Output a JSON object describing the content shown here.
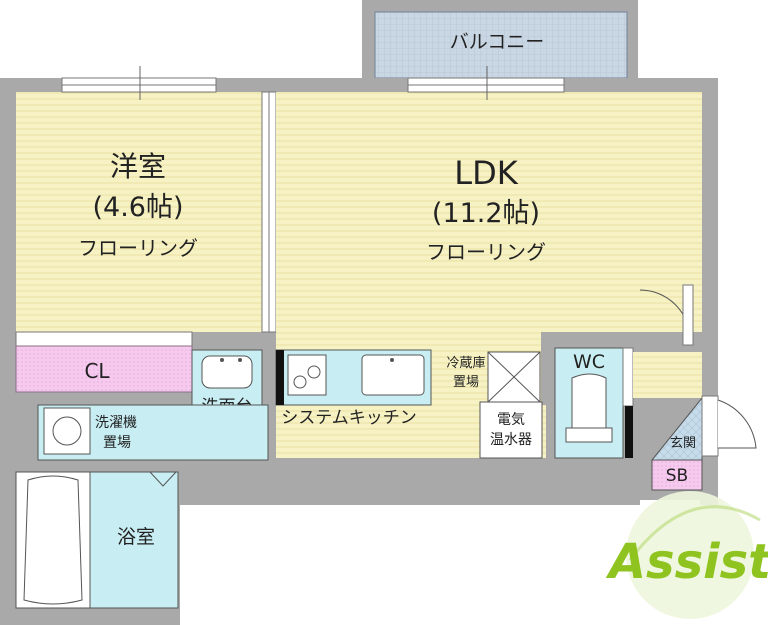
{
  "balcony": {
    "label": "バルコニー"
  },
  "western_room": {
    "name": "洋室",
    "size": "(4.6帖)",
    "floor": "フローリング"
  },
  "ldk": {
    "name": "LDK",
    "size": "(11.2帖)",
    "floor": "フローリング"
  },
  "closet": {
    "label": "CL"
  },
  "washbasin": {
    "label": "洗面台"
  },
  "washer_space": {
    "label_line1": "洗濯機",
    "label_line2": "置場"
  },
  "bathroom": {
    "label": "浴室"
  },
  "kitchen": {
    "label": "システムキッチン"
  },
  "fridge_space": {
    "label_line1": "冷蔵庫",
    "label_line2": "置場"
  },
  "water_heater": {
    "label_line1": "電気",
    "label_line2": "温水器"
  },
  "toilet": {
    "label": "WC"
  },
  "entrance": {
    "label": "玄関"
  },
  "shoe_box": {
    "label": "SB"
  },
  "logo": {
    "text": "Assist"
  },
  "colors": {
    "wall": "#a9a9a9",
    "floor_yellow": "#f7f2c4",
    "floor_lines": "#e6dd9a",
    "wet_area": "#c8eef4",
    "closet": "#f6c9ee",
    "balcony": "#c9d6e3",
    "entrance": "#c6dcea",
    "logo_green": "#8fc31f"
  }
}
